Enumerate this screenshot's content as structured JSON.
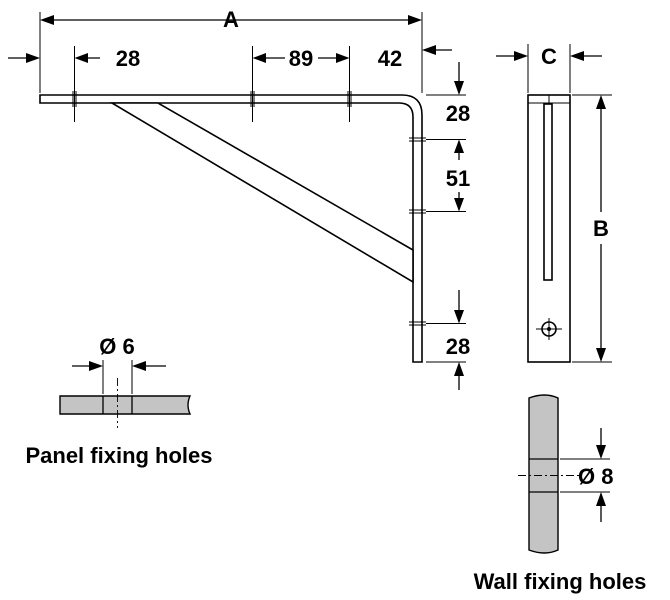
{
  "drawing": {
    "dimensions": {
      "overall_length": "A",
      "panel_hole_offset": "28",
      "panel_hole_spacing": "89",
      "end_offset": "42",
      "top_hole_offset": "28",
      "wall_hole_spacing": "51",
      "bottom_hole_offset": "28",
      "thickness": "C",
      "height": "B"
    },
    "panel_detail": {
      "hole_diameter": "Ø 6",
      "caption": "Panel fixing holes"
    },
    "wall_detail": {
      "hole_diameter": "Ø 8",
      "caption": "Wall fixing holes"
    }
  }
}
